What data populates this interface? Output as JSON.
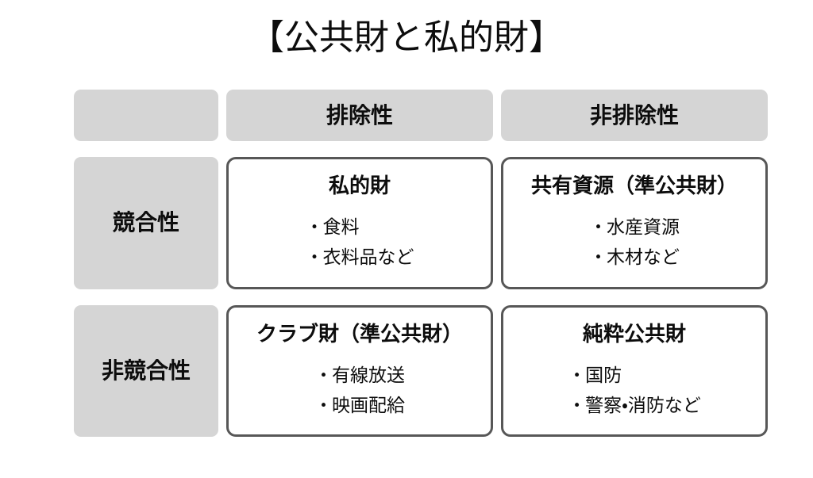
{
  "slide": {
    "title": "【公共財と私的財】",
    "background_color": "#ffffff",
    "header_fill_color": "#d5d5d5",
    "quadrant_border_color": "#575757",
    "text_color": "#0d0d0d"
  },
  "matrix": {
    "corner_label": "",
    "column_headers": [
      {
        "label": "排除性"
      },
      {
        "label": "非排除性"
      }
    ],
    "row_headers": [
      {
        "label": "競合性"
      },
      {
        "label": "非競合性"
      }
    ],
    "quadrants": [
      {
        "id": "rival-excludable",
        "title": "私的財",
        "bullet": "・",
        "items": [
          "食料",
          "衣料品など"
        ]
      },
      {
        "id": "rival-nonexcludable",
        "title": "共有資源（準公共財）",
        "bullet": "・",
        "items": [
          "水産資源",
          "木材など"
        ]
      },
      {
        "id": "nonrival-excludable",
        "title": "クラブ財（準公共財）",
        "bullet": "・",
        "items": [
          "有線放送",
          "映画配給"
        ]
      },
      {
        "id": "nonrival-nonexcludable",
        "title": "純粋公共財",
        "bullet": "・",
        "items": [
          "国防",
          "警察・消防など"
        ]
      }
    ]
  }
}
